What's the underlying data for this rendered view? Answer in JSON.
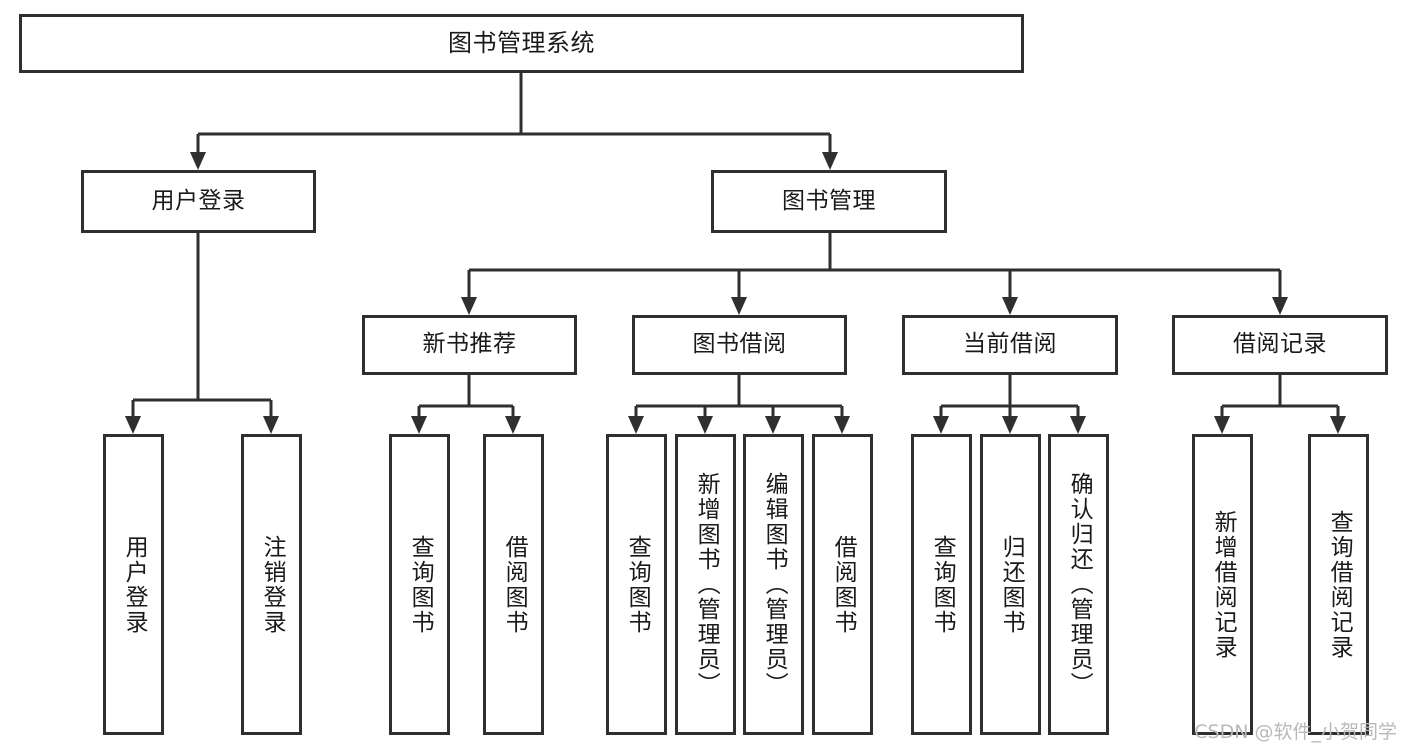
{
  "diagram": {
    "type": "tree",
    "title": "图书管理系统",
    "orientation": "top-down",
    "theme": {
      "box_border": "#2f2f2f",
      "box_fill": "#ffffff",
      "connector": "#2f2f2f",
      "text": "#1a1a1a",
      "background": "#ffffff",
      "watermark": "#b9b9b9"
    },
    "root": {
      "label": "图书管理系统"
    },
    "level1": [
      {
        "label": "用户登录"
      },
      {
        "label": "图书管理"
      }
    ],
    "level2": [
      {
        "label": "新书推荐"
      },
      {
        "label": "图书借阅"
      },
      {
        "label": "当前借阅"
      },
      {
        "label": "借阅记录"
      }
    ],
    "leaves": {
      "user_login": [
        {
          "label": "用户登录"
        },
        {
          "label": "注销登录"
        }
      ],
      "new_book_recommend": [
        {
          "label": "查询图书"
        },
        {
          "label": "借阅图书"
        }
      ],
      "book_borrow": [
        {
          "label": "查询图书"
        },
        {
          "label": "新增图书（管理员）"
        },
        {
          "label": "编辑图书（管理员）"
        },
        {
          "label": "借阅图书"
        }
      ],
      "current_borrow": [
        {
          "label": "查询图书"
        },
        {
          "label": "归还图书"
        },
        {
          "label": "确认归还（管理员）"
        }
      ],
      "borrow_record": [
        {
          "label": "新增借阅记录"
        },
        {
          "label": "查询借阅记录"
        }
      ]
    }
  },
  "watermark": {
    "text": "CSDN @软件_小贺同学"
  }
}
